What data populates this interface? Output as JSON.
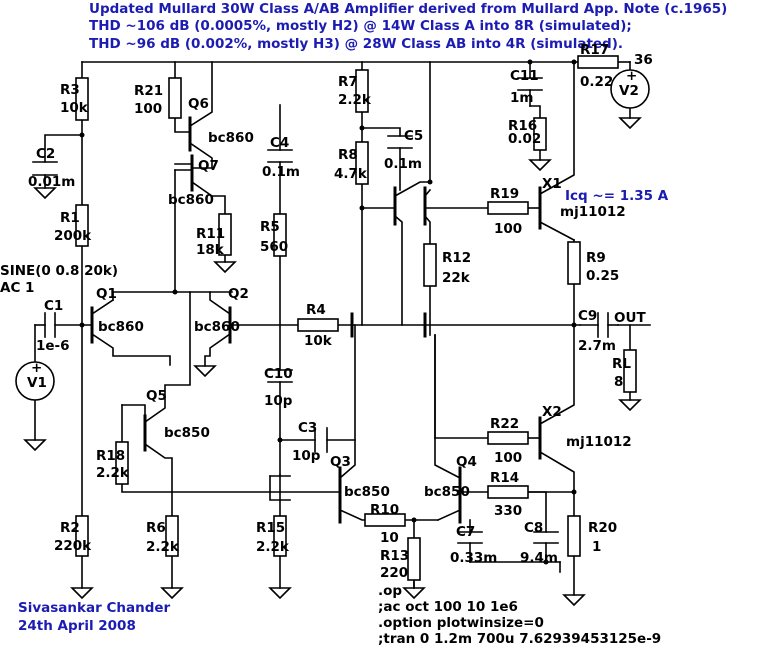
{
  "header": {
    "line1": "Updated Mullard 30W Class A/AB Amplifier derived from Mullard App. Note (c.1965)",
    "line2": "THD ~106 dB (0.0005%, mostly H2) @ 14W Class A into 8R (simulated);",
    "line3": "THD ~96 dB (0.002%, mostly H3) @ 28W Class AB into 4R (simulated)."
  },
  "author": {
    "name": "Sivasankar Chander",
    "date": "24th April 2008"
  },
  "directives": {
    "op": ".op",
    "ac": ";ac oct 100 10 1e6",
    "option": ".option plotwinsize=0",
    "tran": ";tran 0 1.2m 700u  7.62939453125e-9"
  },
  "icq_note": "Icq ~= 1.35 A",
  "source": {
    "spec": "SINE(0 0.8 20k)",
    "ac": "AC 1",
    "v1": "V1",
    "v2": "V2",
    "v2_value": "36",
    "out": "OUT"
  },
  "parts": {
    "R3": {
      "name": "R3",
      "value": "10k"
    },
    "C2": {
      "name": "C2",
      "value": "0.01m"
    },
    "R1": {
      "name": "R1",
      "value": "200k"
    },
    "C1": {
      "name": "C1",
      "value": "1e-6"
    },
    "R2": {
      "name": "R2",
      "value": "220k"
    },
    "R21": {
      "name": "R21",
      "value": "100"
    },
    "Q6": {
      "name": "Q6",
      "value": "bc860"
    },
    "Q7": {
      "name": "Q7",
      "value": "bc860"
    },
    "R11": {
      "name": "R11",
      "value": "18k"
    },
    "Q1": {
      "name": "Q1",
      "value": "bc860"
    },
    "Q2": {
      "name": "Q2",
      "value": "bc860"
    },
    "Q5": {
      "name": "Q5",
      "value": "bc850"
    },
    "R18": {
      "name": "R18",
      "value": "2.2k"
    },
    "R6": {
      "name": "R6",
      "value": "2.2k"
    },
    "C4": {
      "name": "C4",
      "value": "0.1m"
    },
    "R5": {
      "name": "R5",
      "value": "560"
    },
    "C10": {
      "name": "C10",
      "value": "10p"
    },
    "R15": {
      "name": "R15",
      "value": "2.2k"
    },
    "C3": {
      "name": "C3",
      "value": "10p"
    },
    "Q3": {
      "name": "Q3",
      "value": "bc850"
    },
    "Q4": {
      "name": "Q4",
      "value": "bc850"
    },
    "R10": {
      "name": "R10",
      "value": "10"
    },
    "R13": {
      "name": "R13",
      "value": "220"
    },
    "R4": {
      "name": "R4",
      "value": "10k"
    },
    "R7": {
      "name": "R7",
      "value": "2.2k"
    },
    "R8": {
      "name": "R8",
      "value": "4.7k"
    },
    "C5": {
      "name": "C5",
      "value": "0.1m"
    },
    "R12": {
      "name": "R12",
      "value": "22k"
    },
    "C7": {
      "name": "C7",
      "value": "0.33m"
    },
    "C8": {
      "name": "C8",
      "value": "9.4m"
    },
    "R19": {
      "name": "R19",
      "value": "100"
    },
    "R22": {
      "name": "R22",
      "value": "100"
    },
    "R14": {
      "name": "R14",
      "value": "330"
    },
    "X1": {
      "name": "X1",
      "value": "mj11012"
    },
    "X2": {
      "name": "X2",
      "value": "mj11012"
    },
    "R9": {
      "name": "R9",
      "value": "0.25"
    },
    "C9": {
      "name": "C9",
      "value": "2.7m"
    },
    "RL": {
      "name": "RL",
      "value": "8"
    },
    "R20": {
      "name": "R20",
      "value": "1"
    },
    "C11": {
      "name": "C11",
      "value": "1m"
    },
    "R16": {
      "name": "R16",
      "value": "0.02"
    },
    "R17": {
      "name": "R17",
      "value": "0.22"
    }
  }
}
